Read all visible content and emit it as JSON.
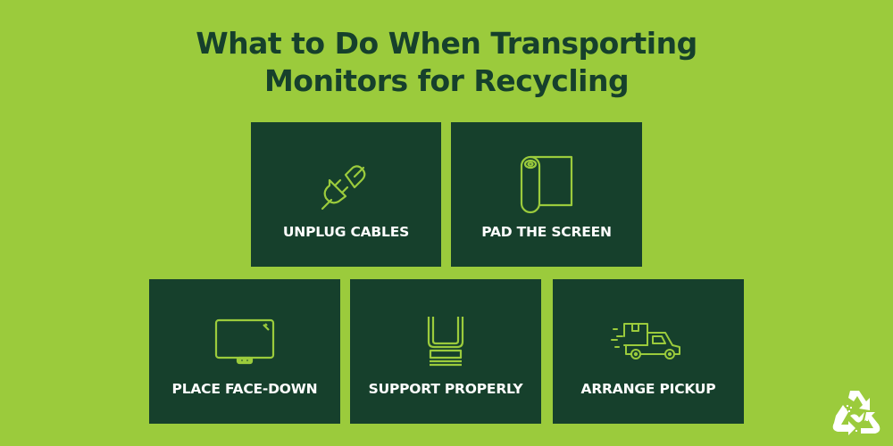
{
  "title": {
    "line1": "What to Do When Transporting",
    "line2": "Monitors for Recycling"
  },
  "colors": {
    "background": "#9bcb3c",
    "card": "#16402c",
    "title": "#16402c",
    "icon_stroke": "#9bcb3c",
    "label": "#ffffff"
  },
  "cards": [
    {
      "label": "UNPLUG CABLES",
      "icon": "unplug-icon"
    },
    {
      "label": "PAD THE SCREEN",
      "icon": "padding-roll-icon"
    },
    {
      "label": "PLACE FACE-DOWN",
      "icon": "monitor-icon"
    },
    {
      "label": "SUPPORT PROPERLY",
      "icon": "support-stand-icon"
    },
    {
      "label": "ARRANGE PICKUP",
      "icon": "delivery-truck-icon"
    }
  ],
  "logo": {
    "icon": "recycle-logo-icon"
  }
}
